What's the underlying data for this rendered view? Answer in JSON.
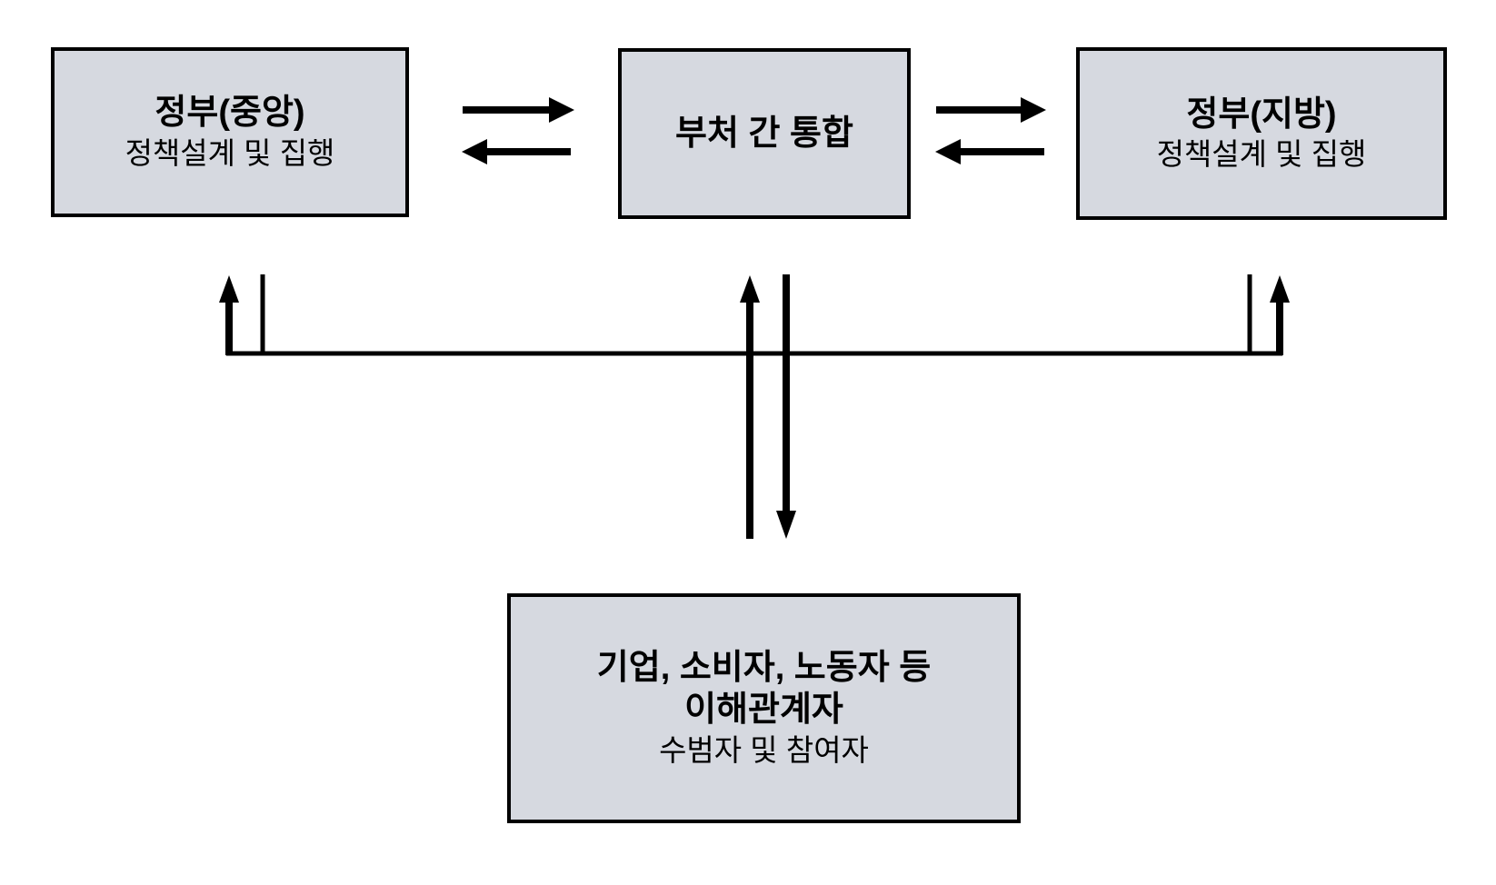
{
  "colors": {
    "background": "#ffffff",
    "box_fill": "#d6d9e0",
    "box_border": "#000000",
    "arrow": "#000000"
  },
  "nodes": {
    "gov_central": {
      "title": "정부(중앙)",
      "subtitle": "정책설계 및 집행"
    },
    "integration": {
      "title": "부처 간 통합"
    },
    "gov_local": {
      "title": "정부(지방)",
      "subtitle": "정책설계 및 집행"
    },
    "stakeholders": {
      "line1": "기업, 소비자, 노동자 등",
      "line2": "이해관계자",
      "subtitle": "수범자 및 참여자"
    }
  },
  "connections": [
    {
      "from": "gov_central",
      "to": "integration",
      "bidirectional": true
    },
    {
      "from": "integration",
      "to": "gov_local",
      "bidirectional": true
    },
    {
      "from": "stakeholders",
      "to": "gov_central",
      "direction": "up"
    },
    {
      "from": "stakeholders",
      "to": "integration",
      "direction": "up"
    },
    {
      "from": "integration",
      "to": "stakeholders",
      "direction": "down"
    },
    {
      "from": "stakeholders",
      "to": "gov_local",
      "direction": "up"
    }
  ]
}
